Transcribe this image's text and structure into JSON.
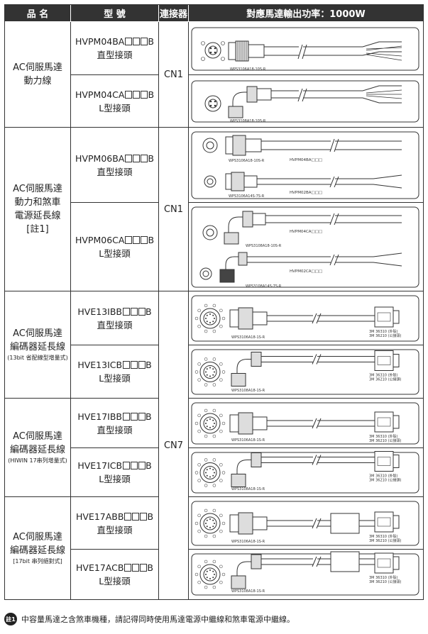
{
  "header": {
    "col_name": "品 名",
    "col_model": "型 號",
    "col_connector": "連接器",
    "col_drawing": "對應馬達輸出功率：1000W"
  },
  "groups": [
    {
      "name_lines": [
        "AC伺服馬達",
        "動力線"
      ],
      "sub": ""
    },
    {
      "name_lines": [
        "AC伺服馬達",
        "動力和煞車",
        "電源延長線",
        "[註1]"
      ],
      "sub": ""
    },
    {
      "name_lines": [
        "AC伺服馬達",
        "編碼器延長線"
      ],
      "sub": "(13bit 省配線型增量式)"
    },
    {
      "name_lines": [
        "AC伺服馬達",
        "編碼器延長線"
      ],
      "sub": "(HIWIN 17串列增量式)"
    },
    {
      "name_lines": [
        "AC伺服馬達",
        "編碼器延長線"
      ],
      "sub": "[17bit 串列絕對式]"
    }
  ],
  "models": [
    {
      "code": "HVPM04BA",
      "suffix": "B",
      "type": "直型接頭"
    },
    {
      "code": "HVPM04CA",
      "suffix": "B",
      "type": "L型接頭"
    },
    {
      "code": "HVPM06BA",
      "suffix": "B",
      "type": "直型接頭"
    },
    {
      "code": "HVPM06CA",
      "suffix": "B",
      "type": "L型接頭"
    },
    {
      "code": "HVE13IBB",
      "suffix": "B",
      "type": "直型接頭"
    },
    {
      "code": "HVE13ICB",
      "suffix": "B",
      "type": "L型接頭"
    },
    {
      "code": "HVE17IBB",
      "suffix": "B",
      "type": "直型接頭"
    },
    {
      "code": "HVE17ICB",
      "suffix": "B",
      "type": "L型接頭"
    },
    {
      "code": "HVE17ABB",
      "suffix": "B",
      "type": "直型接頭"
    },
    {
      "code": "HVE17ACB",
      "suffix": "B",
      "type": "L型接頭"
    }
  ],
  "connectors": [
    "CN1",
    "CN1",
    "CN7"
  ],
  "drawings": {
    "d1": {
      "part": "WPS3106A18-10S-R"
    },
    "d2": {
      "part": "WPS3108A18-10S-R"
    },
    "d3": {
      "part_a": "WPS3106A18-10S-R",
      "tag_a": "HVPM04BA□□□",
      "part_b": "WPS3106A14S-7S-R",
      "tag_b": "HVPM02BA□□□"
    },
    "d4": {
      "part_a": "WPS3108A18-10S-R",
      "tag_a": "HVPM04CA□□□",
      "part_b": "WPS3108A14S-7S-R",
      "tag_b": "HVPM02CA□□□"
    },
    "enc": [
      {
        "part": "WPS3106A18-1S-R",
        "shell": "3M 36310 (外殼)",
        "plug": "3M 36210 (公接頭)"
      },
      {
        "part": "WPS3108A18-1S-R",
        "shell": "3M 36310 (外殼)",
        "plug": "3M 36210 (公接頭)"
      },
      {
        "part": "WPS3106A18-1S-R",
        "shell": "3M 36310 (外殼)",
        "plug": "3M 36210 (公接頭)"
      },
      {
        "part": "WPS3108A18-1S-R",
        "shell": "3M 36310 (外殼)",
        "plug": "3M 36210 (公接頭)"
      },
      {
        "part": "WPS3106A18-1S-R",
        "shell": "3M 36310 (外殼)",
        "plug": "3M 36210 (公接頭)"
      },
      {
        "part": "WPS3108A18-1S-R",
        "shell": "3M 36310 (外殼)",
        "plug": "3M 36210 (公接頭)"
      }
    ]
  },
  "note": {
    "badge": "註1",
    "text": "中容量馬達之含煞車機種，請記得同時使用馬達電源中繼線和煞車電源中繼線。"
  }
}
